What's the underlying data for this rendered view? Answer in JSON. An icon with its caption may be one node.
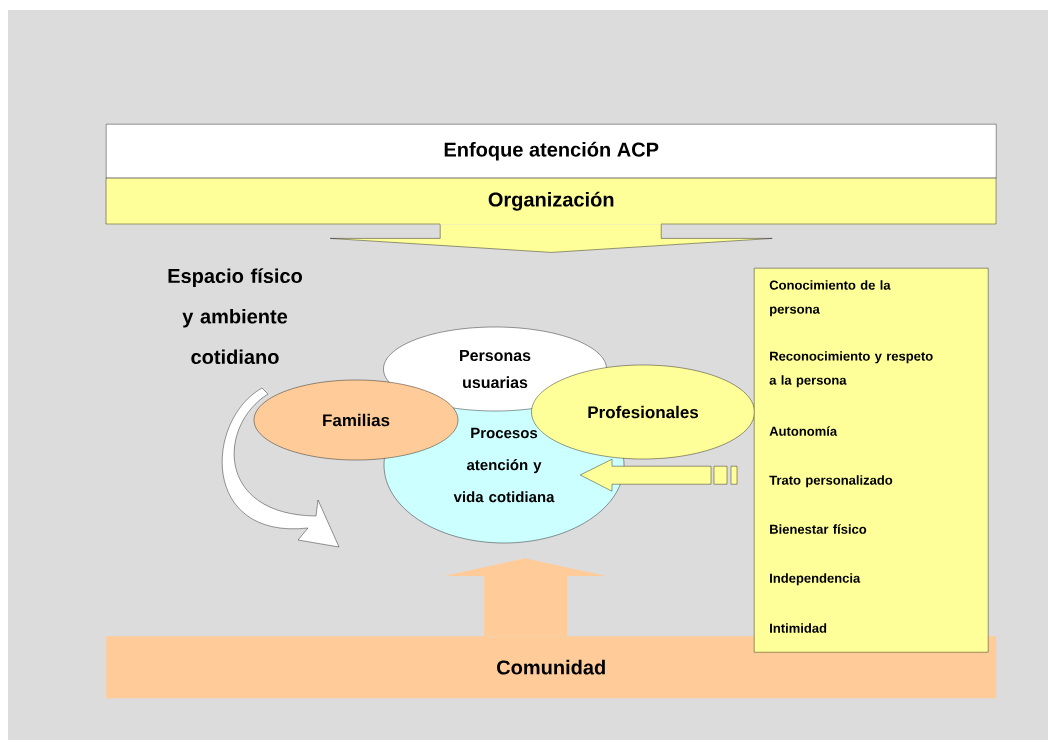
{
  "diagram": {
    "nodes": [
      {
        "text": [
          "Enfoque atención  ACP"
        ]
      },
      {
        "text": [
          "Organización"
        ]
      },
      {
        "text": [
          "Espacio físico y ambiente cotidiano"
        ]
      },
      {
        "text": [
          "Personas usuarias"
        ]
      },
      {
        "text": [
          "Familias"
        ]
      },
      {
        "text": [
          "Procesos atención y vida cotidiana"
        ]
      },
      {
        "text": [
          "Profesionales"
        ]
      },
      {
        "text": [
          "Conocimiento de la persona",
          "Reconocimiento  y respeto a la persona",
          "Autonomía",
          "Trato personalizado",
          "Bienestar físico",
          "Independencia",
          "Intimidad"
        ]
      },
      {
        "text": [
          "Comunidad"
        ]
      }
    ],
    "edges": [
      {
        "from": 1,
        "to": null,
        "arrow": "to"
      },
      {
        "from": 8,
        "to": 5,
        "arrow": "to",
        "color": "#ffcc99"
      },
      {
        "from": 7,
        "to": 5,
        "arrow": "to"
      },
      {
        "from": 2,
        "to": null,
        "arrow": "to",
        "color": "#ffffff"
      }
    ]
  }
}
